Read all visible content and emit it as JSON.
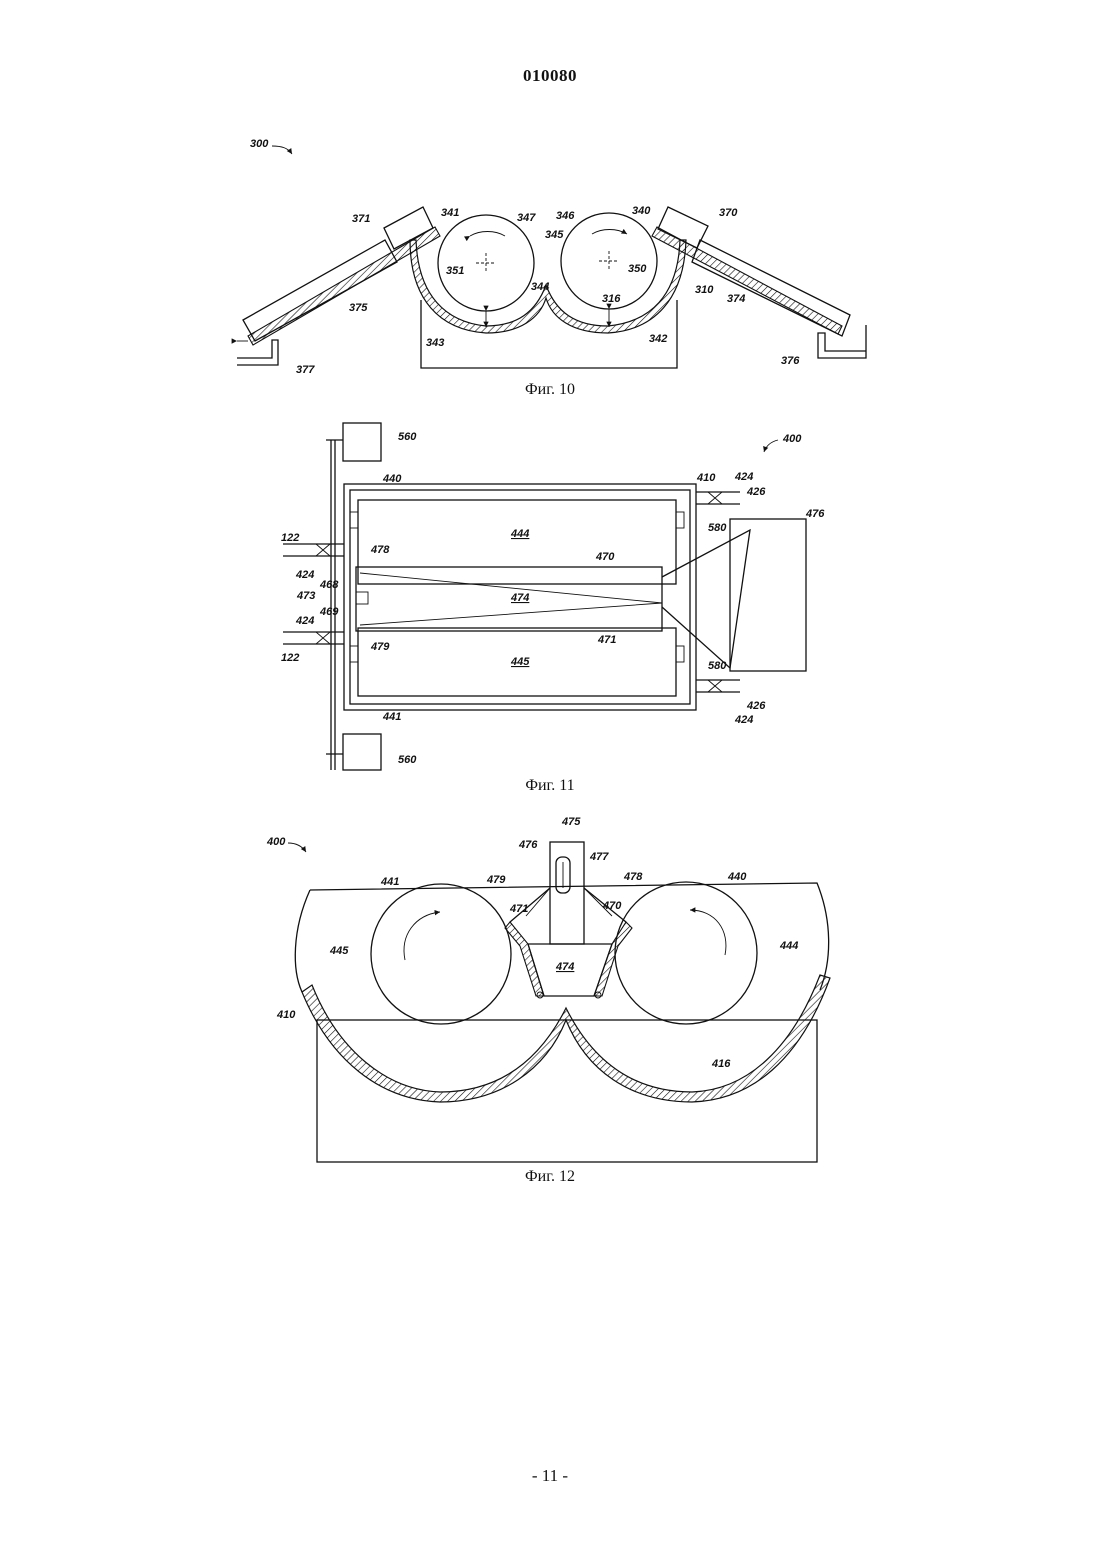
{
  "document": {
    "number": "010080",
    "page_label": "- 11 -"
  },
  "figures": [
    {
      "caption": "Фиг. 10",
      "labels": {
        "l300": "300",
        "l371": "371",
        "l341": "341",
        "l347": "347",
        "l346": "346",
        "l340": "340",
        "l370": "370",
        "l345": "345",
        "l351": "351",
        "l350": "350",
        "l344": "344",
        "l316": "316",
        "l310": "310",
        "l375": "375",
        "l374": "374",
        "l343": "343",
        "l342": "342",
        "l377": "377",
        "l376": "376"
      }
    },
    {
      "caption": "Фиг. 11",
      "labels": {
        "l400": "400",
        "l560a": "560",
        "l440": "440",
        "l410": "410",
        "l424a": "424",
        "l426a": "426",
        "l476": "476",
        "l444": "444",
        "l580a": "580",
        "l122a": "122",
        "l478": "478",
        "l470": "470",
        "l424b": "424",
        "l468": "468",
        "l473": "473",
        "l474": "474",
        "l469": "469",
        "l479": "479",
        "l471": "471",
        "l424c": "424",
        "l122b": "122",
        "l445": "445",
        "l580b": "580",
        "l426b": "426",
        "l441": "441",
        "l424d": "424",
        "l560b": "560"
      }
    },
    {
      "caption": "Фиг. 12",
      "labels": {
        "l400": "400",
        "l475": "475",
        "l476": "476",
        "l477": "477",
        "l441": "441",
        "l479": "479",
        "l478": "478",
        "l440": "440",
        "l471": "471",
        "l470": "470",
        "l445": "445",
        "l474": "474",
        "l444": "444",
        "l410": "410",
        "l416": "416"
      }
    }
  ]
}
